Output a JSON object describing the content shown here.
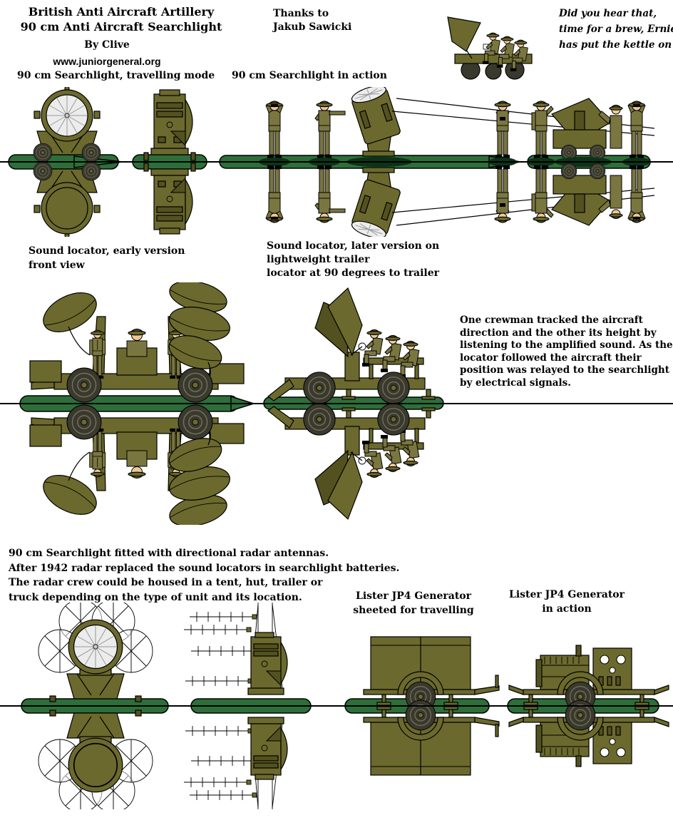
{
  "header": {
    "title": [
      "British Anti Aircraft Artillery",
      "90 cm Anti Aircraft Searchlight"
    ],
    "byline": "By Clive",
    "website": "www.juniorgeneral.org",
    "thanks": [
      "Thanks to",
      "Jakub Sawicki"
    ],
    "speech": [
      "Did you hear that,",
      "time for a brew, Ernie",
      "has put the kettle on"
    ]
  },
  "captions": {
    "travelling": "90 cm Searchlight, travelling mode",
    "action": "90 cm Searchlight in action",
    "sound_early": [
      "Sound locator, early version",
      "front view"
    ],
    "sound_later": [
      "Sound locator, later version on",
      "lightweight trailer",
      "locator at 90 degrees to trailer"
    ],
    "gen_sheeted": [
      "Lister JP4 Generator",
      "sheeted for travelling"
    ],
    "gen_action": [
      "Lister JP4 Generator",
      "in action"
    ]
  },
  "notes": {
    "crewman": [
      "One crewman tracked the aircraft",
      "direction and the other its height by",
      "listening to the amplified sound. As the",
      "locator followed the aircraft their",
      "position was relayed to the searchlight",
      "by electrical signals."
    ],
    "radar": [
      "90 cm Searchlight fitted with directional radar antennas.",
      "After 1942 radar replaced the sound locators in searchlight batteries.",
      "The radar crew could be housed in a tent, hut, trailer or",
      "truck depending on the type of unit and its location."
    ]
  },
  "illustrations": {
    "searchlight_front": "90 cm searchlight front view on trailer",
    "searchlight_side": "90 cm searchlight side view on trailer",
    "searchlight_action": "searchlight in action with crew and cables",
    "sound_locator_early": "early sound locator with four horns and crew",
    "sound_locator_later": "later sound locator on lightweight trailer with seated crew",
    "radar_searchlight_front": "searchlight with circular radar antennas, front",
    "radar_searchlight_side": "searchlight with yagi radar antennas, side",
    "generator_sheeted": "Lister JP4 generator sheeted on trailer",
    "generator_action": "Lister JP4 generator uncovered with control panel",
    "crew_vignette": "crew seated at sound locator having a tea break"
  },
  "colors": {
    "olive": "#6b692d",
    "olive_dark": "#53511f",
    "khaki": "#7a7640",
    "skin": "#eec893",
    "base_green": "#2e6e3a",
    "lens_white": "#ececec",
    "wheel_dark": "#3a392e",
    "paper": "#ffffff",
    "text": "#000000"
  }
}
